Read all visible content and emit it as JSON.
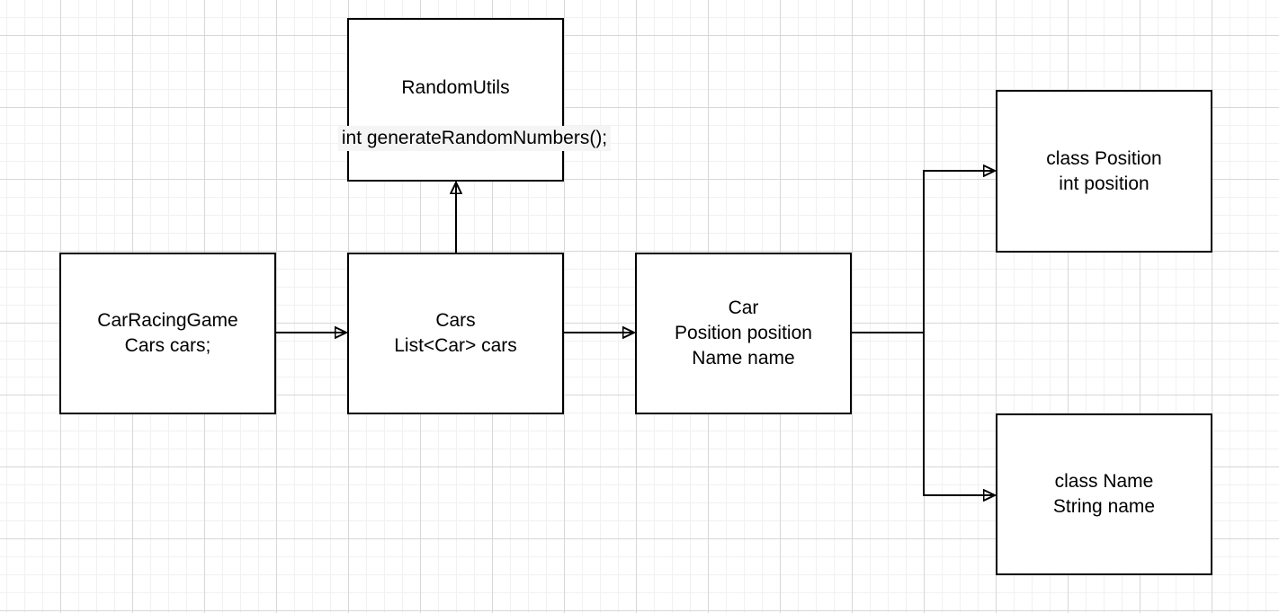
{
  "canvas": {
    "background_color": "#ffffff",
    "grid_minor_color": "#f1f1f3",
    "grid_major_color": "#d7d7d7"
  },
  "style": {
    "node_fill": "#ffffff",
    "node_stroke": "#000000",
    "text_color": "#000000",
    "label_background": "#f5f5f5",
    "connector_color": "#000000"
  },
  "nodes": {
    "random_utils": {
      "title": "RandomUtils",
      "method": "int generateRandomNumbers();"
    },
    "car_racing_game": {
      "line1": "CarRacingGame",
      "line2": "Cars cars;"
    },
    "cars": {
      "line1": "Cars",
      "line2": "List<Car> cars"
    },
    "car": {
      "line1": "Car",
      "line2": "Position position",
      "line3": "Name name"
    },
    "class_position": {
      "line1": "class Position",
      "line2": "int position"
    },
    "class_name": {
      "line1": "class Name",
      "line2": "String name"
    }
  },
  "connectors": [
    {
      "from": "CarRacingGame",
      "to": "Cars",
      "type": "arrow"
    },
    {
      "from": "Cars",
      "to": "RandomUtils",
      "type": "arrow"
    },
    {
      "from": "Cars",
      "to": "Car",
      "type": "arrow"
    },
    {
      "from": "Car",
      "to": "class Position",
      "type": "elbow-arrow"
    },
    {
      "from": "Car",
      "to": "class Name",
      "type": "elbow-arrow"
    }
  ]
}
